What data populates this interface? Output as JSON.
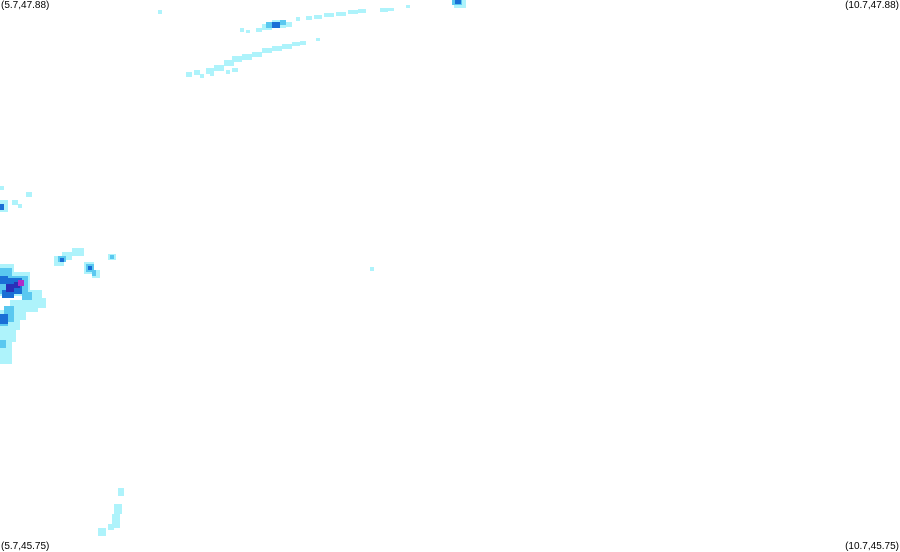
{
  "corners": {
    "top_left": "(5.7,47.88)",
    "top_right": "(10.7,47.88)",
    "bottom_left": "(5.7,45.75)",
    "bottom_right": "(10.7,45.75)"
  },
  "extent": {
    "lon_min": 5.7,
    "lon_max": 10.7,
    "lat_min": 45.75,
    "lat_max": 47.88
  },
  "colors": {
    "background": "#ffffff",
    "light": "#aef3fb",
    "medium": "#5ac8f0",
    "strong": "#1a6fd6",
    "heavy": "#2a2fb8",
    "extreme": "#b02bc8"
  }
}
